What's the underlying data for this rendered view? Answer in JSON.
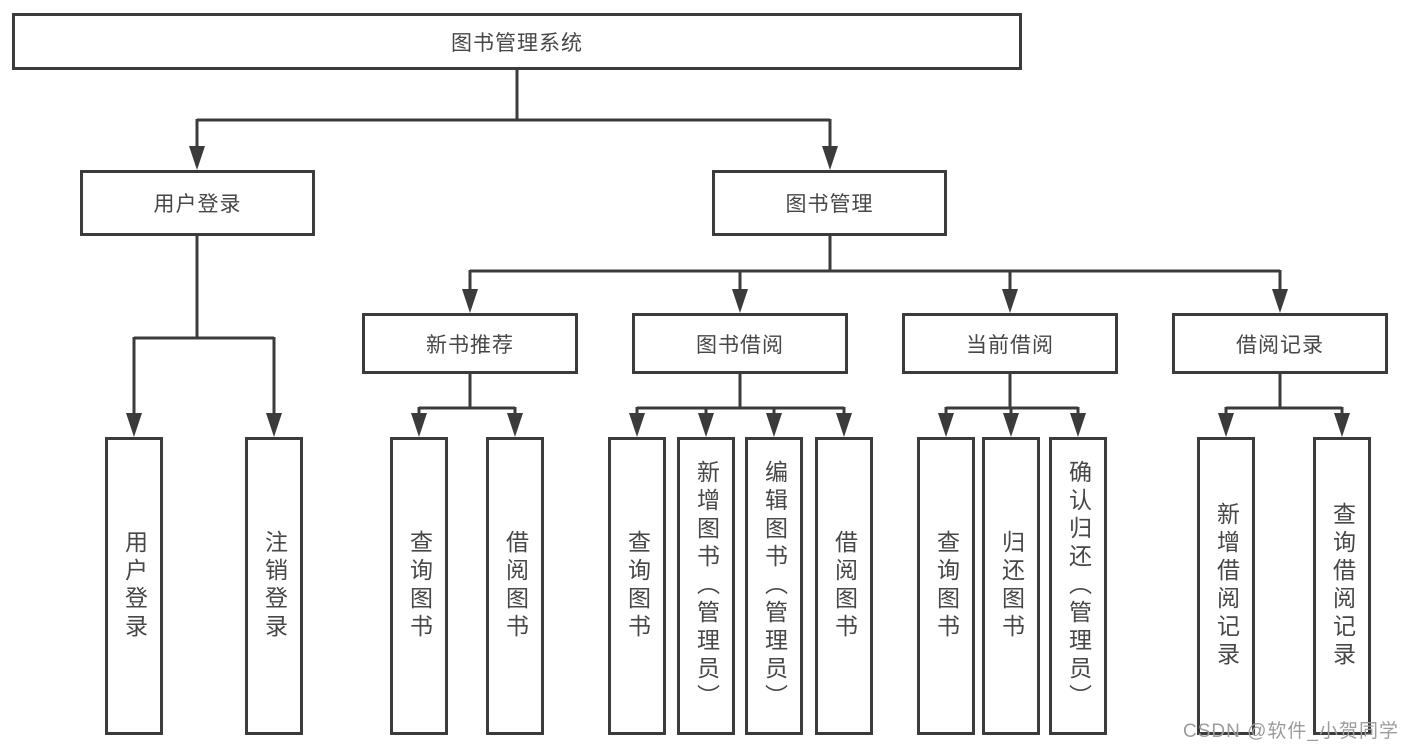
{
  "diagram": {
    "root": "图书管理系统",
    "branches": [
      {
        "label": "用户登录",
        "children": [
          {
            "label": "用户登录"
          },
          {
            "label": "注销登录"
          }
        ]
      },
      {
        "label": "图书管理",
        "children": [
          {
            "label": "新书推荐",
            "children": [
              {
                "label": "查询图书"
              },
              {
                "label": "借阅图书"
              }
            ]
          },
          {
            "label": "图书借阅",
            "children": [
              {
                "label": "查询图书"
              },
              {
                "label": "新增图书（管理员）"
              },
              {
                "label": "编辑图书（管理员）"
              },
              {
                "label": "借阅图书"
              }
            ]
          },
          {
            "label": "当前借阅",
            "children": [
              {
                "label": "查询图书"
              },
              {
                "label": "归还图书"
              },
              {
                "label": "确认归还（管理员）"
              }
            ]
          },
          {
            "label": "借阅记录",
            "children": [
              {
                "label": "新增借阅记录"
              },
              {
                "label": "查询借阅记录"
              }
            ]
          }
        ]
      }
    ]
  },
  "watermark": "CSDN @软件_小贺同学",
  "colors": {
    "line": "#3b3b3b",
    "box_background": "#ffffff",
    "text": "#474747",
    "watermark": "#9c9c9c"
  }
}
